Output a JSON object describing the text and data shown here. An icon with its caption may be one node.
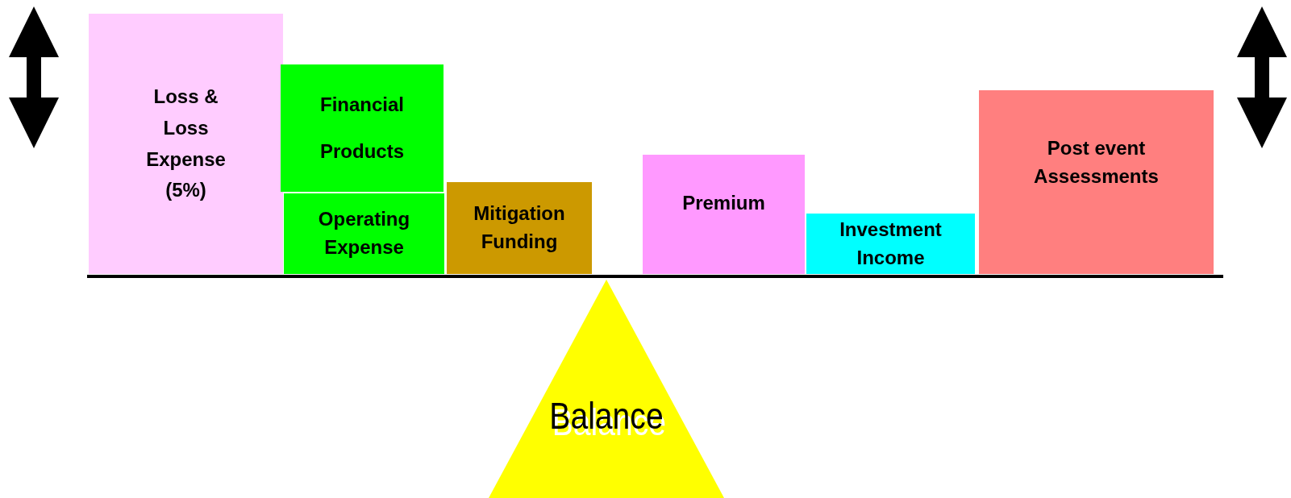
{
  "diagram": {
    "nodes": [
      {
        "text": [
          "Loss & Loss Expense (5%)"
        ]
      },
      {
        "text": [
          "Financial Products"
        ]
      },
      {
        "text": [
          "Operating Expense"
        ]
      },
      {
        "text": [
          "Mitigation Funding"
        ]
      },
      {
        "text": [
          "Premium"
        ]
      },
      {
        "text": [
          "Investment Income"
        ]
      },
      {
        "text": [
          "Post event Assessments"
        ]
      },
      {
        "text": [
          "Balance"
        ]
      }
    ]
  }
}
